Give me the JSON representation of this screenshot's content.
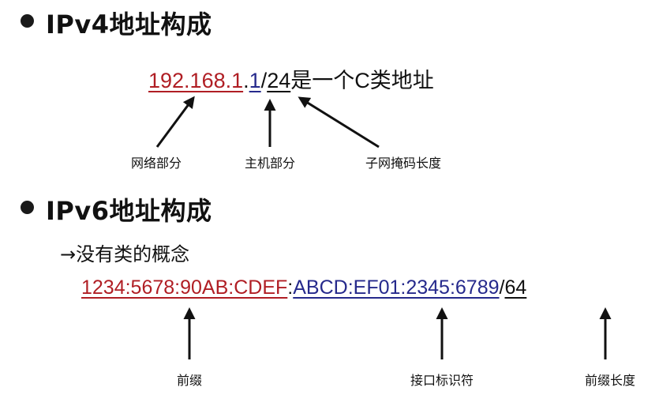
{
  "ipv4": {
    "heading": "IPv4地址构成",
    "address": {
      "network_part": "192.168.1",
      "dot": ".",
      "host_part": "1",
      "slash": "/",
      "prefix_length": "24",
      "suffix": "是一个C类地址"
    },
    "labels": {
      "network": "网络部分",
      "host": "主机部分",
      "mask": "子网掩码长度"
    }
  },
  "ipv6": {
    "heading": "IPv6地址构成",
    "note": "→没有类的概念",
    "address": {
      "prefix_part": "1234:5678:90AB:CDEF",
      "colon": ":",
      "interface_part": "ABCD:EF01:2345:6789",
      "slash": "/",
      "prefix_length": "64"
    },
    "labels": {
      "prefix": "前缀",
      "interface_id": "接口标识符",
      "prefix_length": "前缀长度"
    }
  },
  "colors": {
    "network_prefix": "#b01e24",
    "host_interface": "#262a8c",
    "text": "#111111"
  }
}
